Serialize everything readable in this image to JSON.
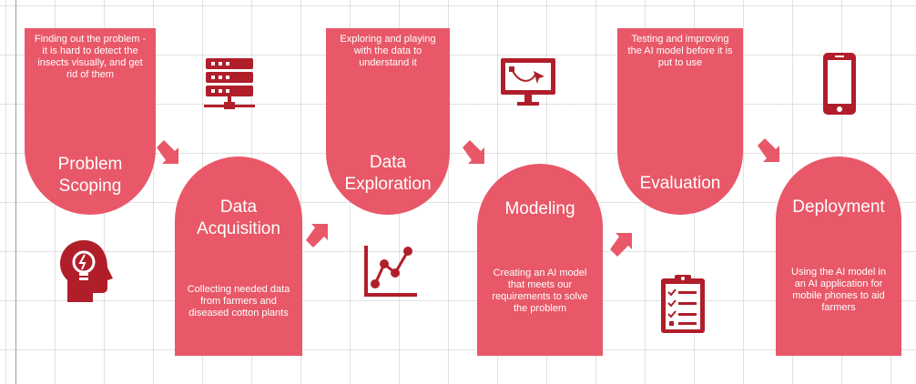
{
  "stages": [
    {
      "title": "Problem Scoping",
      "description": "Finding out the problem - it is hard to detect the insects visually, and get rid of them"
    },
    {
      "title": "Data Acquisition",
      "description": "Collecting needed data from farmers and diseased cotton plants"
    },
    {
      "title": "Data Exploration",
      "description": "Exploring and playing with the data to understand it"
    },
    {
      "title": "Modeling",
      "description": "Creating an AI model that meets our requirements to solve the problem"
    },
    {
      "title": "Evaluation",
      "description": "Testing and improving the AI model before it is put to use"
    },
    {
      "title": "Deployment",
      "description": "Using the AI model in an AI application for mobile phones to aid farmers"
    }
  ],
  "icons": [
    "head-lightbulb-icon",
    "server-icon",
    "chart-icon",
    "monitor-vector-icon",
    "clipboard-checklist-icon",
    "smartphone-icon"
  ],
  "colors": {
    "stage_fill": "#e85868",
    "icon_fill": "#b01e2a",
    "grid": "#cccccc"
  }
}
